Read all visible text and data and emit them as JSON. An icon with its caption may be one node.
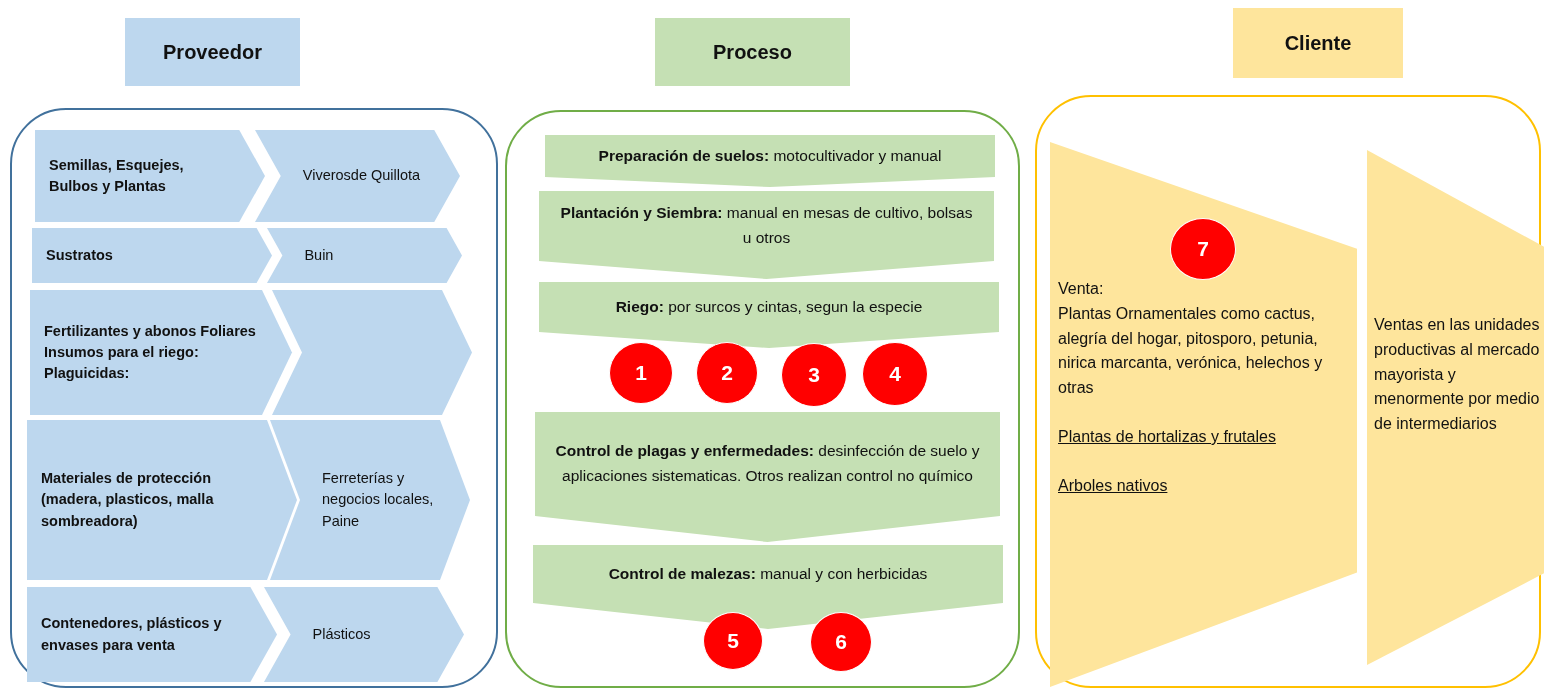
{
  "diagram": {
    "nodes": [
      {
        "text": [
          "Proveedor"
        ]
      },
      {
        "text": [
          "Proceso"
        ]
      },
      {
        "text": [
          "Cliente"
        ]
      },
      {
        "text": [],
        "shape": "box"
      },
      {
        "text": [
          "Semillas, Esquejes, Bulbos y Plantas"
        ],
        "in": 3
      },
      {
        "text": [
          "Viverosde Quillota"
        ],
        "in": 3
      },
      {
        "text": [
          "Sustratos"
        ],
        "in": 3
      },
      {
        "text": [
          "Buin"
        ],
        "in": 3
      },
      {
        "text": [
          "Fertilizantes y abonos Foliares",
          "Insumos para el riego:",
          "Plaguicidas:"
        ],
        "in": 3
      },
      {
        "text": [],
        "shape": "chevron",
        "in": 3
      },
      {
        "text": [
          "Materiales de protección (madera,  plasticos, malla sombreadora)"
        ],
        "in": 3
      },
      {
        "text": [
          "Ferreterías y negocios locales, Paine"
        ],
        "in": 3
      },
      {
        "text": [
          "Contenedores, plásticos y envases para venta"
        ],
        "in": 3
      },
      {
        "text": [
          "Plásticos"
        ],
        "in": 3
      },
      {
        "text": [],
        "shape": "box"
      },
      {
        "text": [
          "**Preparación de suelos:** motocultivador y manual"
        ],
        "in": 14
      },
      {
        "text": [
          "**Plantación y Siembra:** manual en mesas de cultivo, bolsas u otros"
        ],
        "in": 14
      },
      {
        "text": [
          "**Riego:** por surcos y cintas, segun la especie"
        ],
        "in": 14
      },
      {
        "text": [
          "1"
        ],
        "in": 14
      },
      {
        "text": [
          "2"
        ],
        "in": 14
      },
      {
        "text": [
          "3"
        ],
        "in": 14
      },
      {
        "text": [
          "4"
        ],
        "in": 14
      },
      {
        "text": [
          "**Control de plagas y enfermedades:** desinfección de suelo y aplicaciones sistematicas. Otros realizan control no químico"
        ],
        "in": 14
      },
      {
        "text": [
          "**Control de malezas:** manual y con herbicidas"
        ],
        "in": 14
      },
      {
        "text": [
          "5"
        ],
        "in": 14
      },
      {
        "text": [
          "6"
        ],
        "in": 14
      },
      {
        "text": [],
        "shape": "box"
      },
      {
        "text": [
          "Venta:",
          "Plantas Ornamentales como cactus, alegría del hogar, pitosporo, petunia, nirica marcanta, verónica, helechos y otras",
          "Plantas de hortalizas y frutales",
          "Arboles nativos"
        ],
        "in": 26
      },
      {
        "text": [
          "7"
        ],
        "in": 27
      },
      {
        "text": [
          "Ventas en las unidades productivas al mercado mayorista y menormente por medio de intermediarios"
        ],
        "in": 26
      }
    ]
  }
}
